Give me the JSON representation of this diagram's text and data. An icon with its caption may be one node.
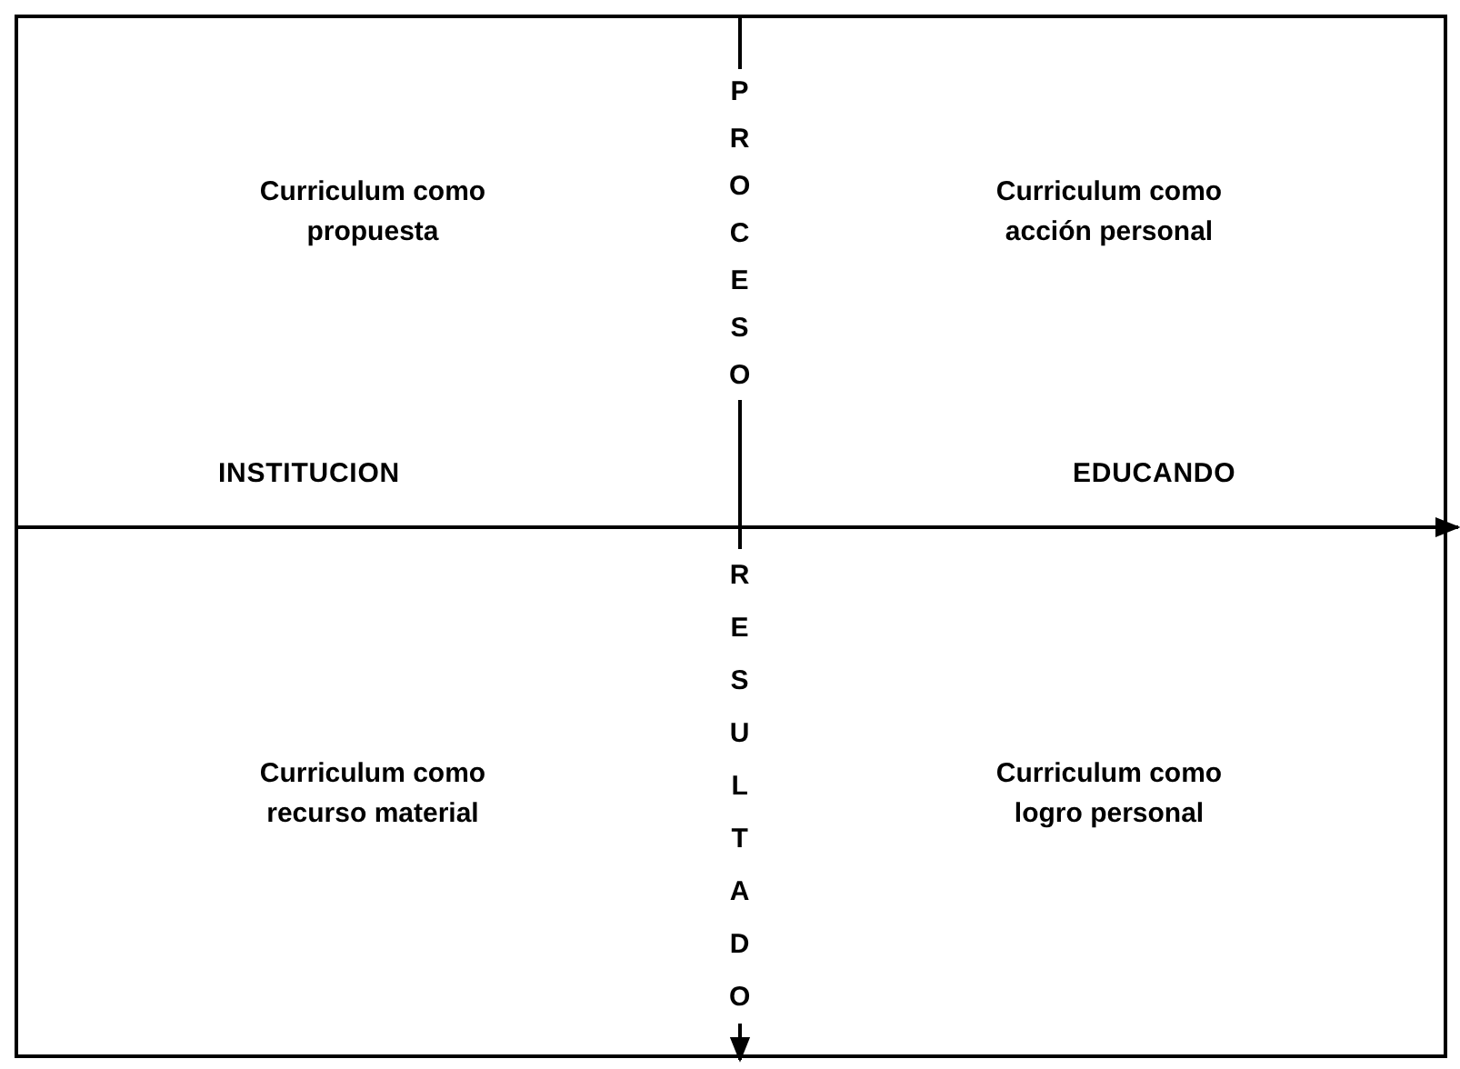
{
  "diagram": {
    "nodes": [
      {
        "text": [
          "Curriculum como propuesta"
        ]
      },
      {
        "text": [
          "Curriculum como acción personal"
        ]
      },
      {
        "text": [
          "Curriculum como recurso material"
        ]
      },
      {
        "text": [
          "Curriculum como logro personal"
        ]
      }
    ],
    "edges": [],
    "labels": [
      "PROCESO",
      "INSTITUCION",
      "EDUCANDO",
      "RESULTADO"
    ]
  }
}
